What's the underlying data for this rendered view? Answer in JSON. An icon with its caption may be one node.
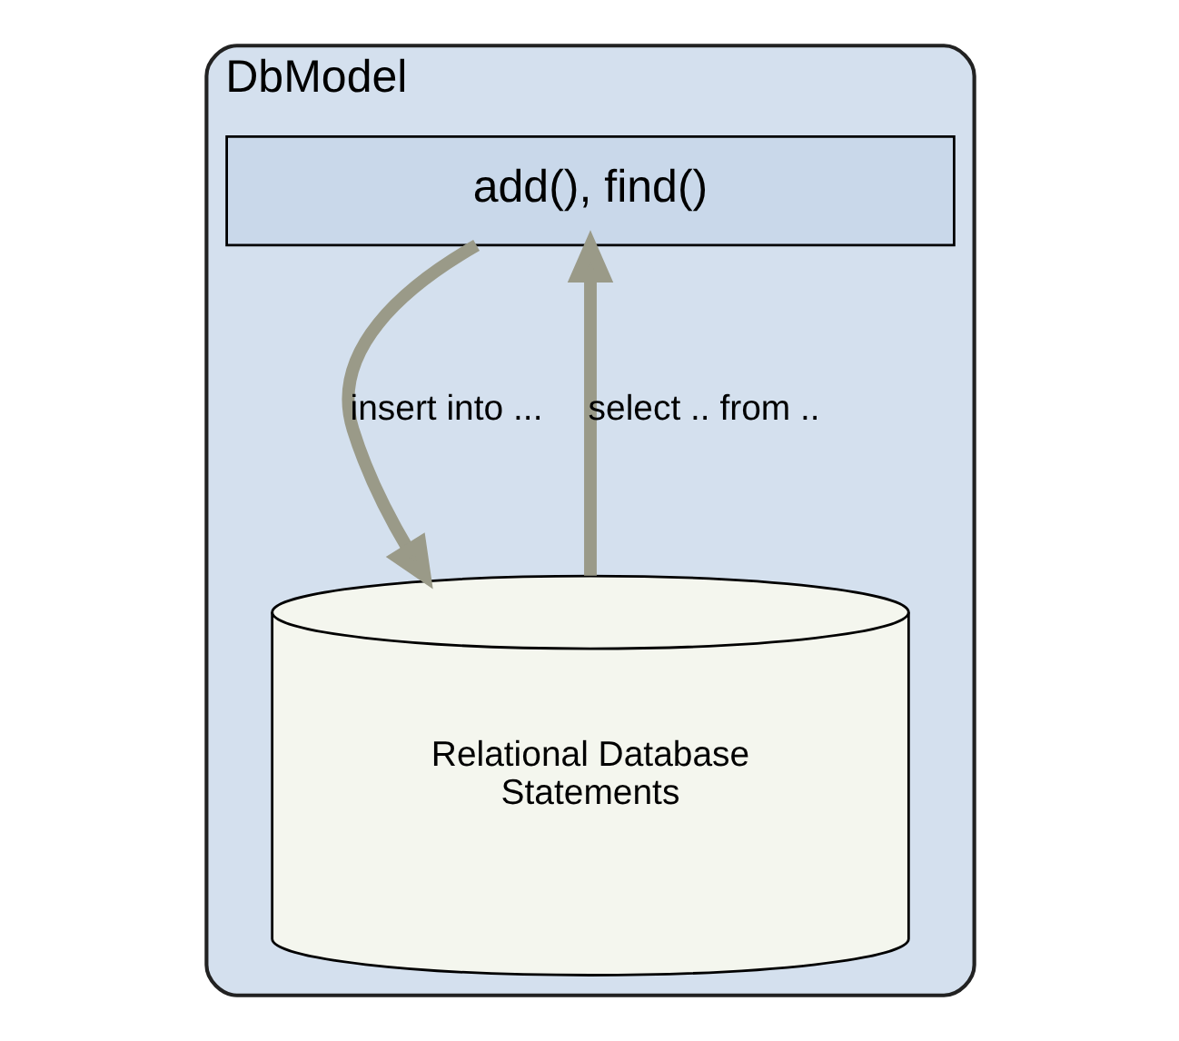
{
  "diagram": {
    "nodes": [
      {
        "text": [
          "DbModel"
        ]
      },
      {
        "text": [
          "add(), find()"
        ],
        "in": 0
      },
      {
        "text": [
          "Relational Database",
          "Statements"
        ],
        "in": 0
      }
    ],
    "edges": [
      {
        "from": 1,
        "to": 2,
        "arrow": "to",
        "label": "insert into ..."
      },
      {
        "from": 2,
        "to": 1,
        "arrow": "to",
        "label": "select .. from .."
      }
    ]
  }
}
